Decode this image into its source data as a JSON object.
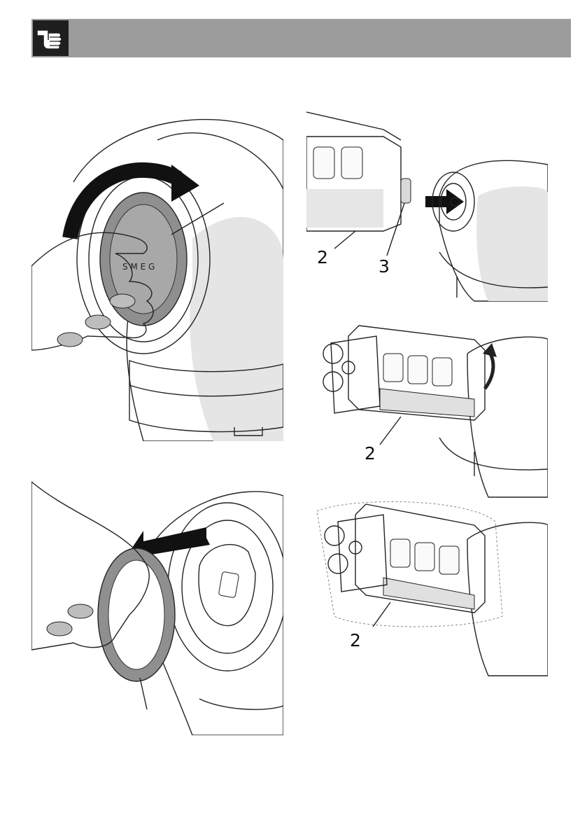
{
  "header": {
    "icon": "pointing-hand-icon",
    "background_color": "#9c9c9c",
    "icon_background_color": "#1f1f1f"
  },
  "figures": {
    "top_right": {
      "labels": [
        "2",
        "3"
      ]
    },
    "middle_right": {
      "labels": [
        "2"
      ]
    },
    "bottom_right": {
      "labels": [
        "2"
      ]
    }
  },
  "brand_lettering": "SMEG"
}
